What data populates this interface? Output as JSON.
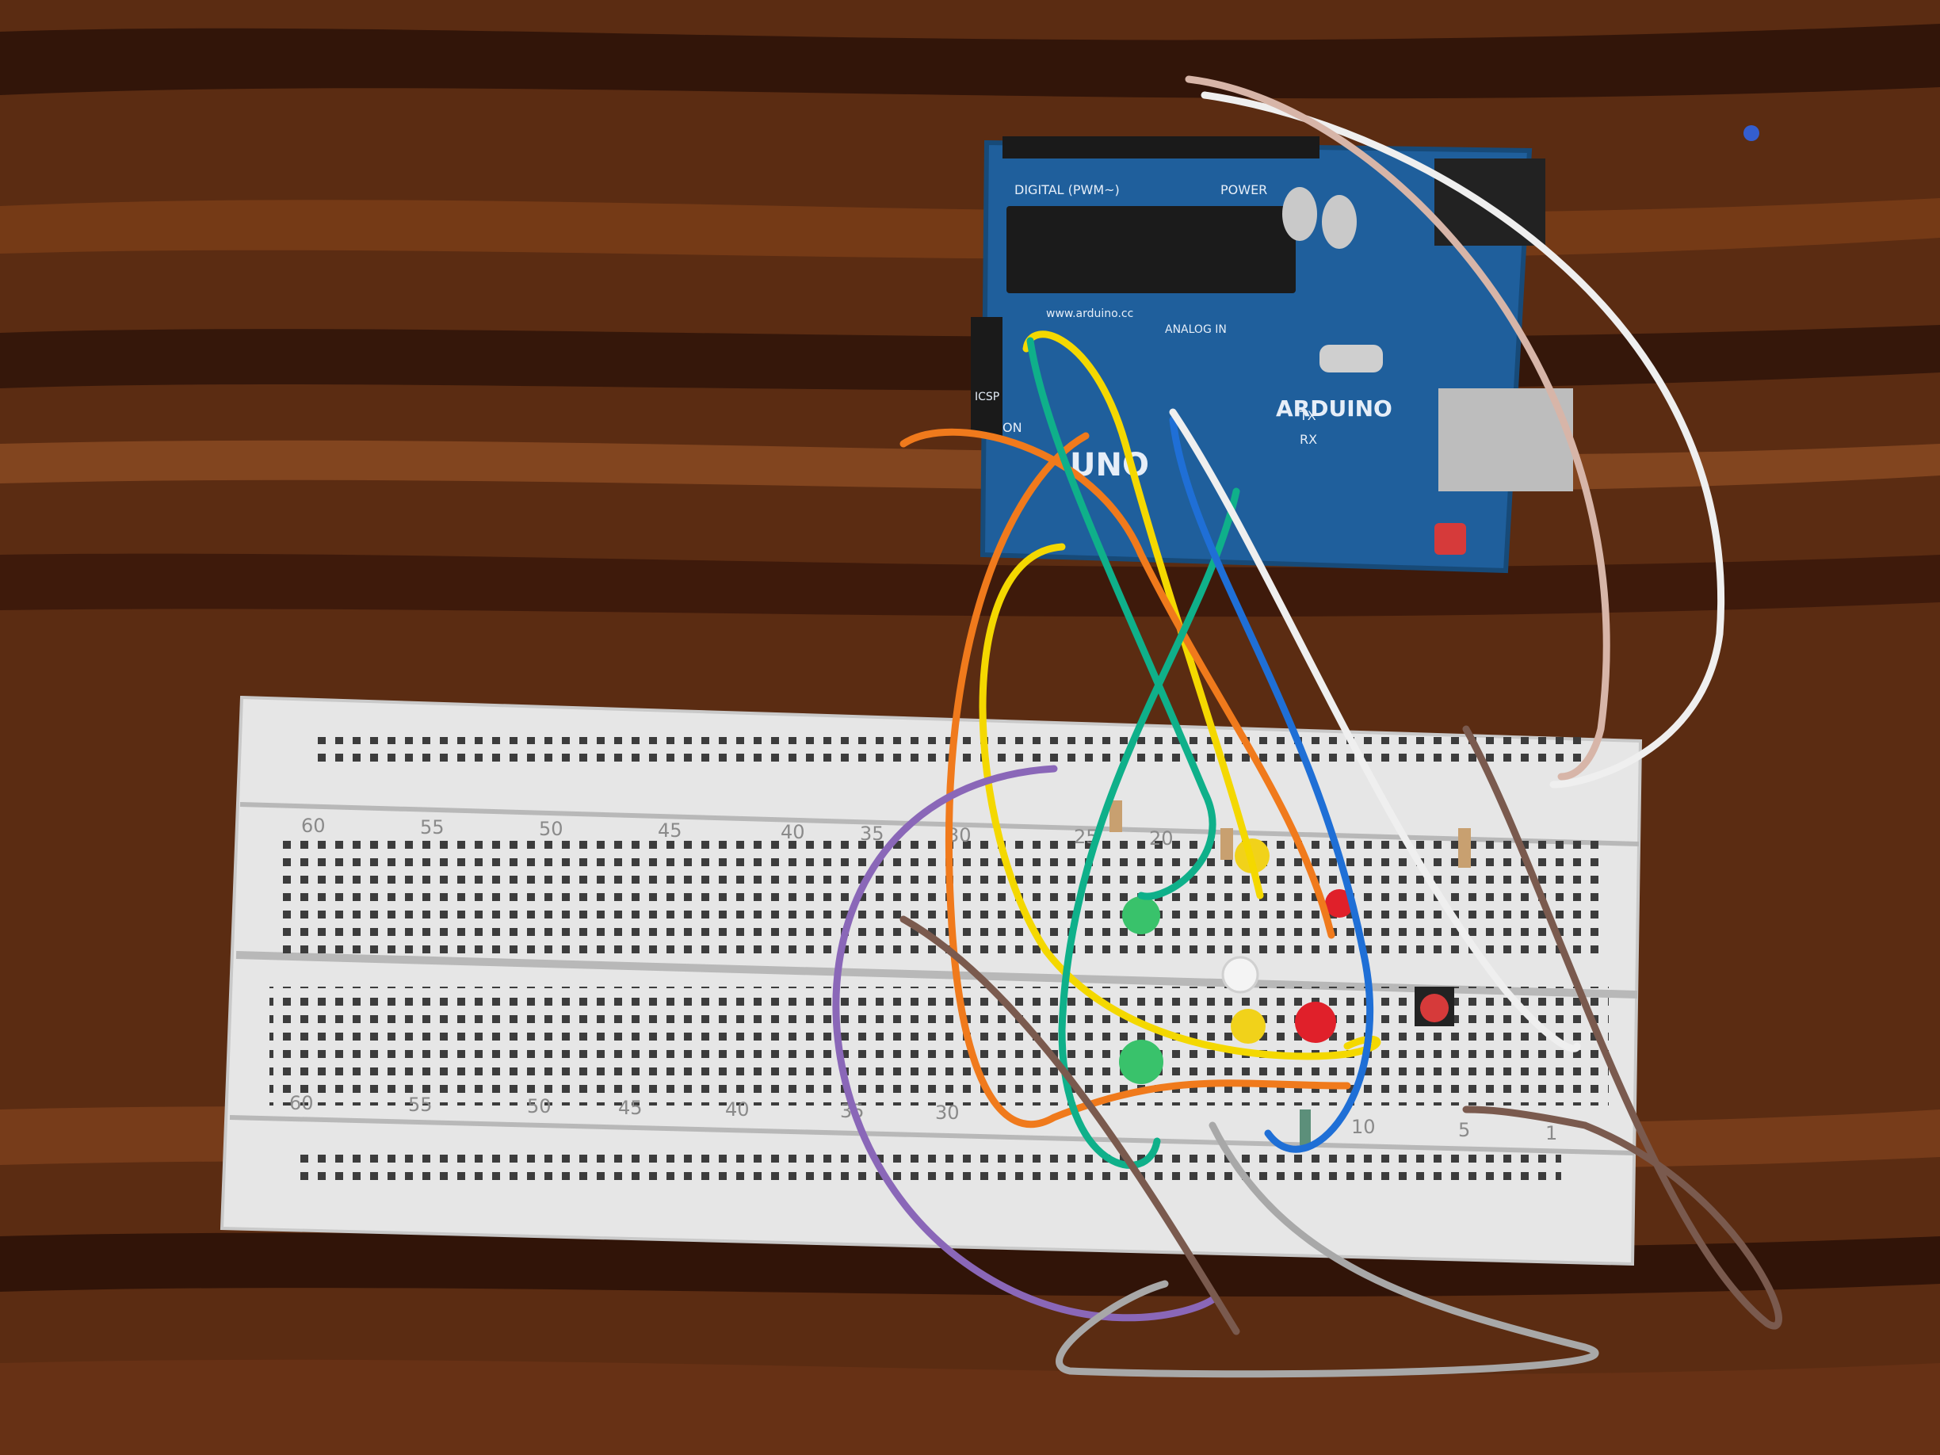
{
  "photo": {
    "subject": "Arduino Uno connected to a solderless breadboard with LEDs, resistors and a push button",
    "colors": {
      "table": "#5a2a12",
      "table_grain": "#2a1208",
      "board": "#1f5f9c",
      "breadboard": "#e6e6e6",
      "led_green": "#39c26b",
      "led_red": "#e0202a",
      "led_yellow": "#f1d21a",
      "button": "#d63a3a"
    }
  },
  "arduino": {
    "markings": {
      "digital": "DIGITAL (PWM~)",
      "power": "POWER",
      "analog": "ANALOG IN",
      "brand": "ARDUINO",
      "model": "UNO",
      "website": "www.arduino.cc",
      "tx": "TX",
      "rx": "RX",
      "on": "ON",
      "icsp": "ICSP"
    }
  },
  "breadboard": {
    "upper_numbers": [
      "60",
      "55",
      "50",
      "45",
      "40",
      "35",
      "30",
      "25",
      "20"
    ],
    "lower_numbers": [
      "60",
      "55",
      "50",
      "45",
      "40",
      "35",
      "30",
      "10",
      "5",
      "1"
    ]
  },
  "wires": [
    {
      "color": "yellow",
      "hex": "#f4d800"
    },
    {
      "color": "orange",
      "hex": "#f07a1c"
    },
    {
      "color": "teal",
      "hex": "#0fb08a"
    },
    {
      "color": "blue",
      "hex": "#1f6fd6"
    },
    {
      "color": "white",
      "hex": "#efefef"
    },
    {
      "color": "pink",
      "hex": "#d7b5a8"
    },
    {
      "color": "purple",
      "hex": "#8a67b8"
    },
    {
      "color": "brown",
      "hex": "#7a5a4e"
    },
    {
      "color": "grey",
      "hex": "#a8a8a8"
    }
  ]
}
